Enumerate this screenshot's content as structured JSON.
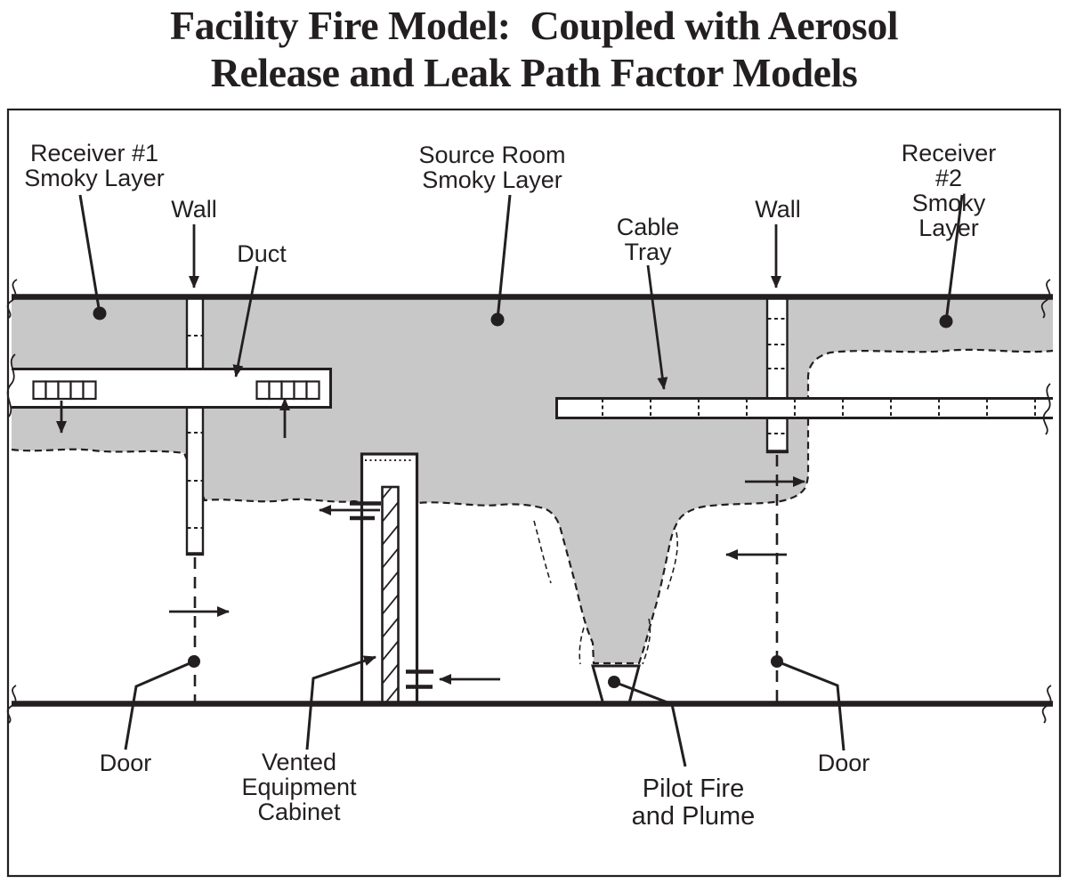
{
  "title": {
    "line1": "Facility Fire Model:  Coupled with Aerosol",
    "line2": "Release and Leak Path Factor Models"
  },
  "labels": {
    "receiver1": "Receiver #1\nSmoky Layer",
    "wall_left": "Wall",
    "duct": "Duct",
    "source_room": "Source Room\nSmoky Layer",
    "cable_tray": "Cable\nTray",
    "wall_right": "Wall",
    "receiver2": "Receiver #2\nSmoky Layer",
    "door_left": "Door",
    "vented_cabinet": "Vented\nEquipment\nCabinet",
    "pilot_fire": "Pilot Fire\nand Plume",
    "door_right": "Door"
  },
  "colors": {
    "ink": "#231f20",
    "smoke": "#c9c8c8",
    "background": "#ffffff"
  }
}
